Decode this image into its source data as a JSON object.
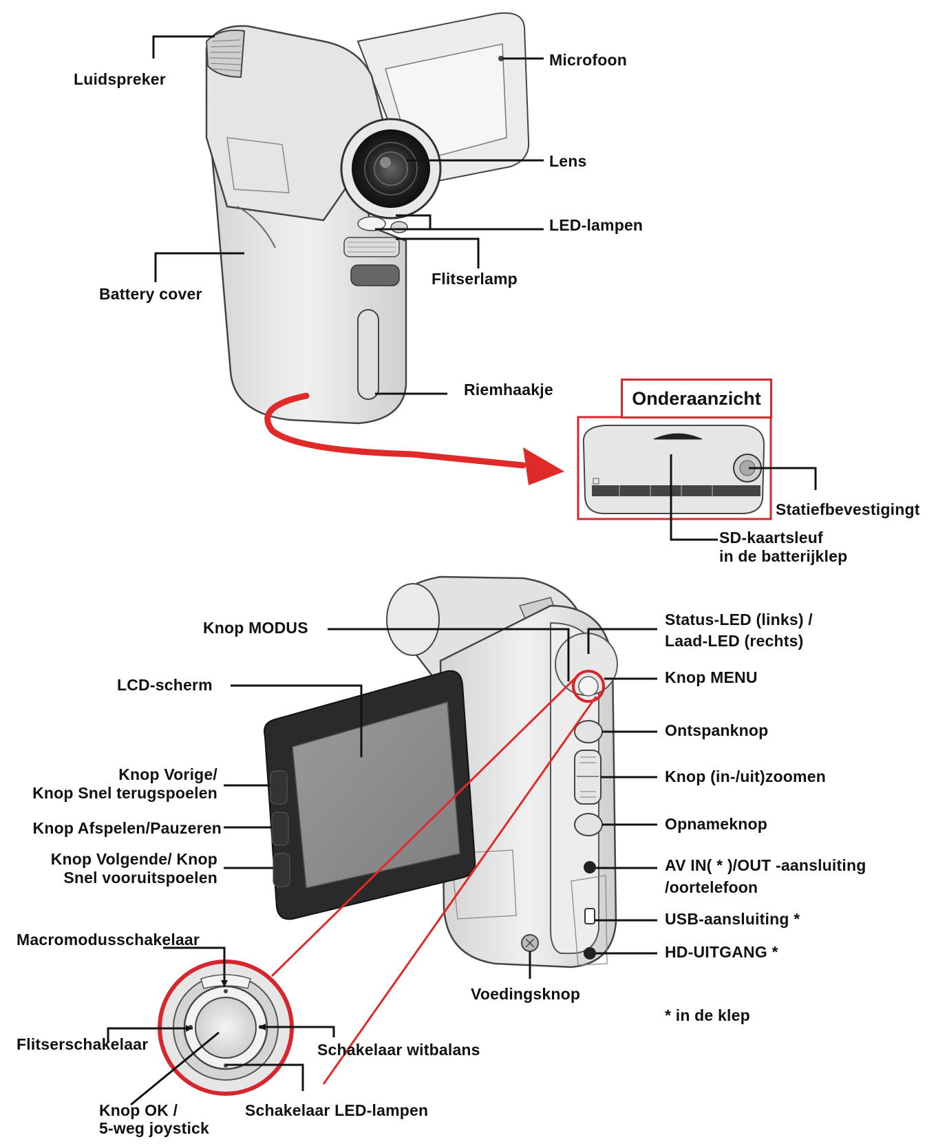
{
  "top_view": {
    "speaker": "Luidspreker",
    "microphone": "Microfoon",
    "lens": "Lens",
    "led_lamps": "LED-lampen",
    "flash_lamp": "Flitserlamp",
    "battery_cover": "Battery cover",
    "strap_hook": "Riemhaakje"
  },
  "bottom_view": {
    "title": "Onderaanzicht",
    "tripod": "Statiefbevestigingt",
    "sd_slot_line1": "SD-kaartsleuf",
    "sd_slot_line2": "in de batterijklep"
  },
  "back_view": {
    "mode_button": "Knop MODUS",
    "status_led_line1": "Status-LED (links) /",
    "status_led_line2": "Laad-LED (rechts)",
    "menu_button": "Knop MENU",
    "lcd_screen": "LCD-scherm",
    "shutter": "Ontspanknop",
    "zoom": "Knop (in-/uit)zoomen",
    "prev_line1": "Knop Vorige/",
    "prev_line2": "Knop Snel terugspoelen",
    "play_pause": "Knop Afspelen/Pauzeren",
    "record": "Opnameknop",
    "next_line1": "Knop Volgende/ Knop",
    "next_line2": "Snel vooruitspoelen",
    "av_line1": "AV IN( * )/OUT -aansluiting",
    "av_line2": "/oortelefoon",
    "usb": "USB-aansluiting *",
    "hd_out": "HD-UITGANG *",
    "power": "Voedingsknop",
    "footnote": "* in de klep"
  },
  "joystick": {
    "macro": "Macromodusschakelaar",
    "flash_switch": "Flitserschakelaar",
    "white_balance": "Schakelaar witbalans",
    "ok_line1": "Knop OK /",
    "ok_line2": "5-weg joystick",
    "led_switch": "Schakelaar LED-lampen"
  },
  "colors": {
    "accent_red": "#d6262e",
    "leader_line": "#111111",
    "body_grey": "#e3e3e3",
    "lcd_frame": "#2a2a2a",
    "lcd_screen": "#8f8f8f"
  }
}
